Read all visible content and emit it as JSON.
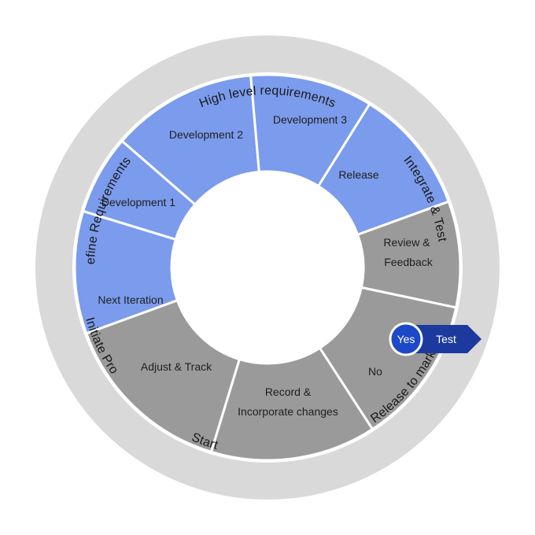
{
  "diagram": {
    "outer_labels": {
      "high_level": "High level requirements",
      "integrate": "Integrate & Test",
      "release_market": "Release to market",
      "start": "Start",
      "initiate": "Initiate Pro",
      "define": "Define  Requirements"
    },
    "segments": {
      "development_2": "Development 2",
      "development_3": "Development 3",
      "release": "Release",
      "development_1": "Development 1",
      "review_line1": "Review &",
      "review_line2": "Feedback",
      "next_iteration": "Next Iteration",
      "no": "No",
      "adjust_track": "Adjust & Track",
      "record_line1": "Record &",
      "record_line2": "Incorporate changes"
    },
    "decision": {
      "yes": "Yes",
      "test": "Test"
    },
    "colors": {
      "outer_ring": "#d9d9d9",
      "blue_segment": "#7b9bec",
      "gray_segment": "#9a9a9a",
      "divider": "#ffffff",
      "yes_circle": "#1b49c8",
      "test_arrow": "#1c3a9e"
    }
  }
}
